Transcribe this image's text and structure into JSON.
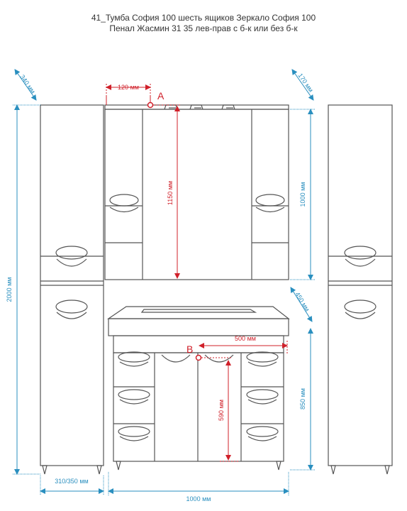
{
  "title": {
    "line1": "41_Тумба София 100 шесть ящиков  Зеркало София 100",
    "line2": "Пенал Жасмин 31 35 лев-прав с б-к или без б-к"
  },
  "dimensions": {
    "pencil_depth": "340 мм",
    "pencil_height": "2000 мм",
    "pencil_width": "310/350 мм",
    "mirror_offset": "120 мм",
    "mirror_hook_height": "1150 мм",
    "mirror_depth": "170 мм",
    "mirror_height": "1000 мм",
    "vanity_depth": "450 мм",
    "vanity_hook_offset": "500 мм",
    "vanity_hook_height": "590 мм",
    "vanity_height": "850 мм",
    "vanity_width": "1000 мм"
  },
  "markers": {
    "a": "A",
    "b": "B"
  },
  "colors": {
    "line": "#555555",
    "dimension": "#2a8fbf",
    "marker": "#d0202a"
  }
}
